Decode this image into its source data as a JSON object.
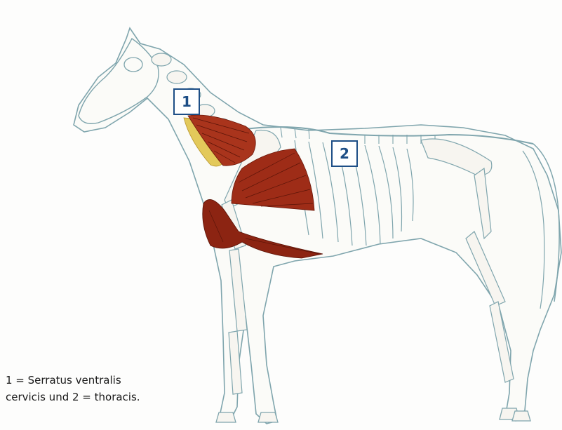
{
  "labels": {
    "marker_1": "1",
    "marker_2": "2"
  },
  "caption": {
    "line1": "1 = Serratus ventralis",
    "line2": "cervicis und 2 = thoracis."
  },
  "colors": {
    "outline": "#7fa5ad",
    "bone": "#f7f5f0",
    "muscle_dark": "#7a1e10",
    "muscle_mid": "#b84a2e",
    "fat": "#e3c95a",
    "badge": "#1d4e86"
  }
}
